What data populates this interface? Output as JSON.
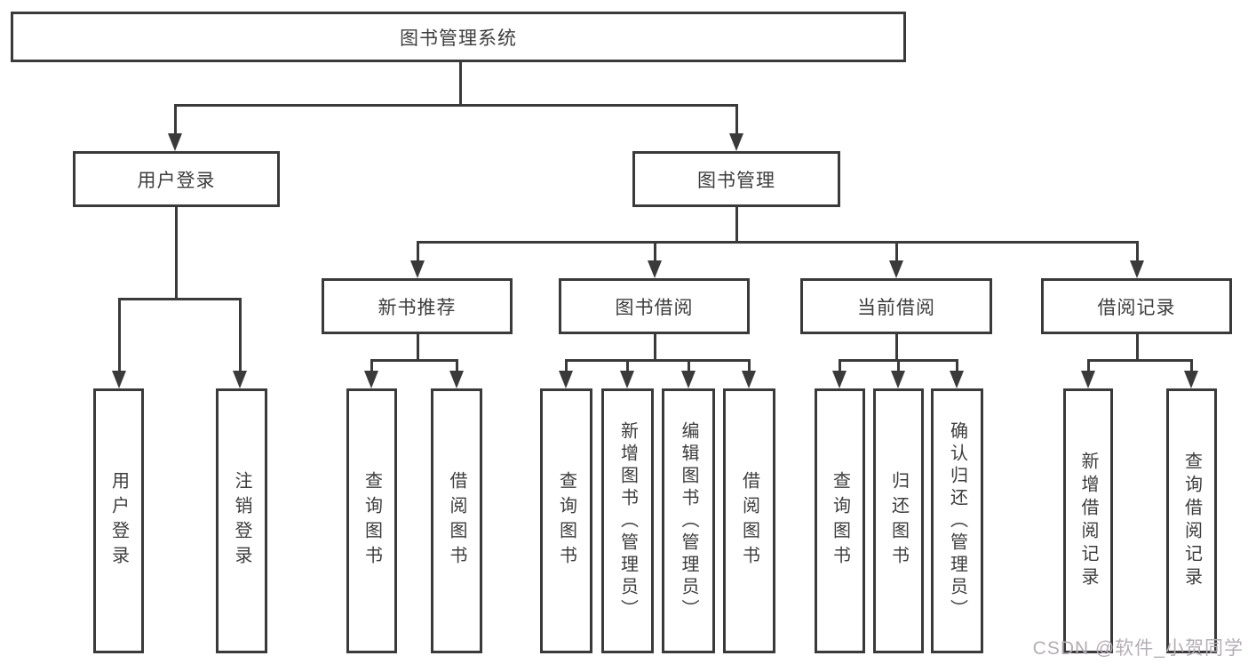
{
  "diagram": {
    "root": {
      "label": "图书管理系统"
    },
    "branches": [
      {
        "label": "用户登录",
        "children": [
          {
            "label": "用户登录"
          },
          {
            "label": "注销登录"
          }
        ]
      },
      {
        "label": "图书管理",
        "children": [
          {
            "label": "新书推荐",
            "children": [
              {
                "label": "查询图书"
              },
              {
                "label": "借阅图书"
              }
            ]
          },
          {
            "label": "图书借阅",
            "children": [
              {
                "label": "查询图书"
              },
              {
                "label": "新增图书（管理员）"
              },
              {
                "label": "编辑图书（管理员）"
              },
              {
                "label": "借阅图书"
              }
            ]
          },
          {
            "label": "当前借阅",
            "children": [
              {
                "label": "查询图书"
              },
              {
                "label": "归还图书"
              },
              {
                "label": "确认归还（管理员）"
              }
            ]
          },
          {
            "label": "借阅记录",
            "children": [
              {
                "label": "新增借阅记录"
              },
              {
                "label": "查询借阅记录"
              }
            ]
          }
        ]
      }
    ]
  },
  "watermark": {
    "text": "CSDN @软件_小贺同学"
  },
  "colors": {
    "line": "#3a3a3a",
    "text": "#3d3d3d",
    "background": "#ffffff",
    "watermark": "#b4aeb4"
  }
}
